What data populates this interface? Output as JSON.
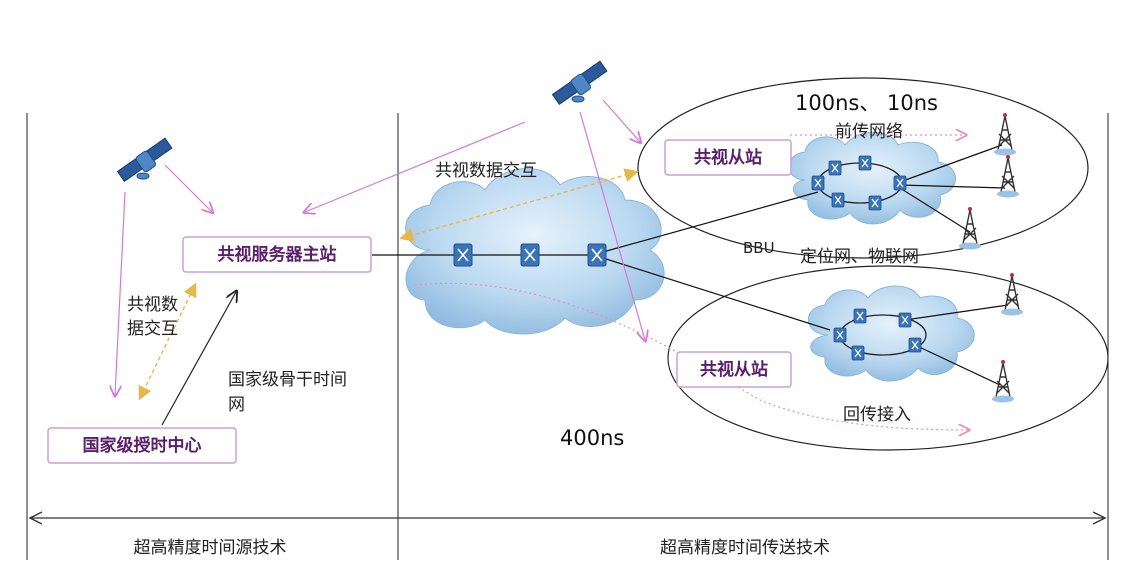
{
  "diagram": {
    "latency_top": "100ns、 10ns",
    "latency_mid": "400ns",
    "fronthaul": "前传网络",
    "backhaul": "回传接入",
    "bbu": "BBU",
    "positioning": "定位网、物联网",
    "data_exchange_top": "共视数据交互",
    "data_exchange_left_line1": "共视数",
    "data_exchange_left_line2": "据交互",
    "backbone_line1": "国家级骨干时间",
    "backbone_line2": "网",
    "master_station": "共视服务器主站",
    "timing_center": "国家级授时中心",
    "slave_station_1": "共视从站",
    "slave_station_2": "共视从站",
    "footer_left": "超高精度时间源技术",
    "footer_right": "超高精度时间传送技术",
    "colors": {
      "box_border": "#c9a0d6",
      "box_text": "#5a1f6b",
      "magenta_arrow": "#d37ad8",
      "yellow_arrow": "#e6b84a",
      "cloud_fill": "#b9d8f0",
      "router": "#3a74b8"
    }
  }
}
